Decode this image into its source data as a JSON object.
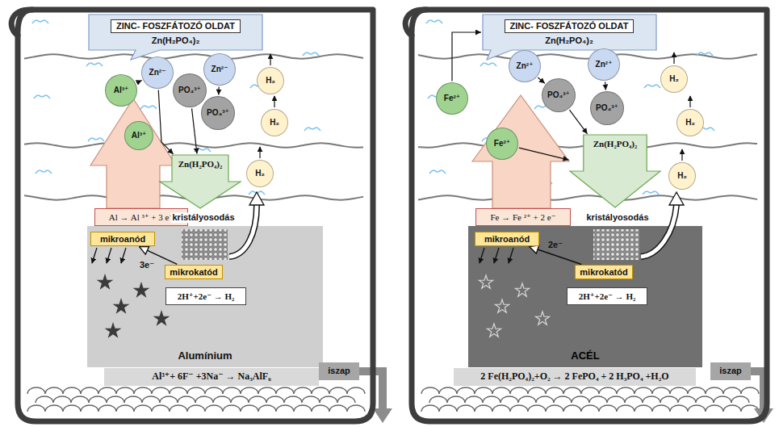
{
  "diagram": {
    "nodes": [
      {
        "text": [
          "ZINC- FOSZFÁTOZÓ OLDAT",
          "Zn(H₂PO₄)₂"
        ]
      },
      {
        "text": [
          "Al³⁺"
        ]
      },
      {
        "text": [
          "Zn²⁻"
        ]
      },
      {
        "text": [
          "PO₄³⁺"
        ]
      },
      {
        "text": [
          "Zn²⁻"
        ]
      },
      {
        "text": [
          "PO₄³⁺"
        ]
      },
      {
        "text": [
          "Al³⁺"
        ]
      },
      {
        "text": [
          "H₂"
        ]
      },
      {
        "text": [
          "H₂"
        ]
      },
      {
        "text": [
          "H₂"
        ]
      },
      {
        "text": [
          "Al → Al ³⁺ + 3 e⁻"
        ]
      },
      {
        "text": [
          "Zn(H₂PO₄)₂"
        ]
      },
      {
        "text": [
          "mikroanód"
        ]
      },
      {
        "text": [
          "Alumínium"
        ]
      },
      {
        "text": [
          "mikrokatód"
        ],
        "in": 13
      },
      {
        "text": [
          "2H⁺+2e⁻ → H₂"
        ],
        "in": 13
      },
      {
        "text": [
          "Al³⁺+ 6F⁻ +3Na⁻ → Na₃AlF₆"
        ]
      },
      {
        "text": [
          "ZINC- FOSZFÁTOZÓ OLDAT",
          "Zn(H₂PO₄)₂"
        ]
      },
      {
        "text": [
          "Fe²⁺"
        ]
      },
      {
        "text": [
          "Zn²⁺"
        ]
      },
      {
        "text": [
          "PO₄³⁺"
        ]
      },
      {
        "text": [
          "Zn²⁺"
        ]
      },
      {
        "text": [
          "PO₄³⁺"
        ]
      },
      {
        "text": [
          "Fe²⁺"
        ]
      },
      {
        "text": [
          "H₂"
        ]
      },
      {
        "text": [
          "H₂"
        ]
      },
      {
        "text": [
          "H₂"
        ]
      },
      {
        "text": [
          "Fe → Fe ²⁺ + 2 e⁻"
        ]
      },
      {
        "text": [
          "Zn(H₂PO₄)₂"
        ]
      },
      {
        "text": [
          "mikroanód"
        ]
      },
      {
        "text": [
          "ACÉL"
        ]
      },
      {
        "text": [
          "mikrokatód"
        ],
        "in": 30
      },
      {
        "text": [
          "2H⁺+2e⁻ → H₂"
        ],
        "in": 30
      },
      {
        "text": [
          "2 Fe(H₂PO₄)₂+O₂ → 2 FePO₄ + 2 H₃PO₄ +H₂O"
        ]
      }
    ],
    "edges": [
      {
        "from": 1,
        "to": 2,
        "arrow": "to"
      },
      {
        "from": 2,
        "to": 11,
        "arrow": "to"
      },
      {
        "from": 3,
        "to": 11,
        "arrow": "to"
      },
      {
        "from": 4,
        "to": 5,
        "arrow": "to"
      },
      {
        "from": 14,
        "to": 12,
        "label": "3e⁻",
        "arrow": "to"
      },
      {
        "from": 18,
        "to": 17,
        "arrow": "to"
      },
      {
        "from": 19,
        "to": 20,
        "arrow": "to"
      },
      {
        "from": 20,
        "to": 28,
        "arrow": "to"
      },
      {
        "from": 23,
        "to": 28,
        "arrow": "to"
      },
      {
        "from": 21,
        "to": 22,
        "arrow": "to"
      },
      {
        "from": 31,
        "to": 29,
        "label": "2e⁻",
        "arrow": "to"
      }
    ],
    "labels": [
      "kristályosodás",
      "iszap",
      "kristályosodás",
      "iszap"
    ]
  }
}
